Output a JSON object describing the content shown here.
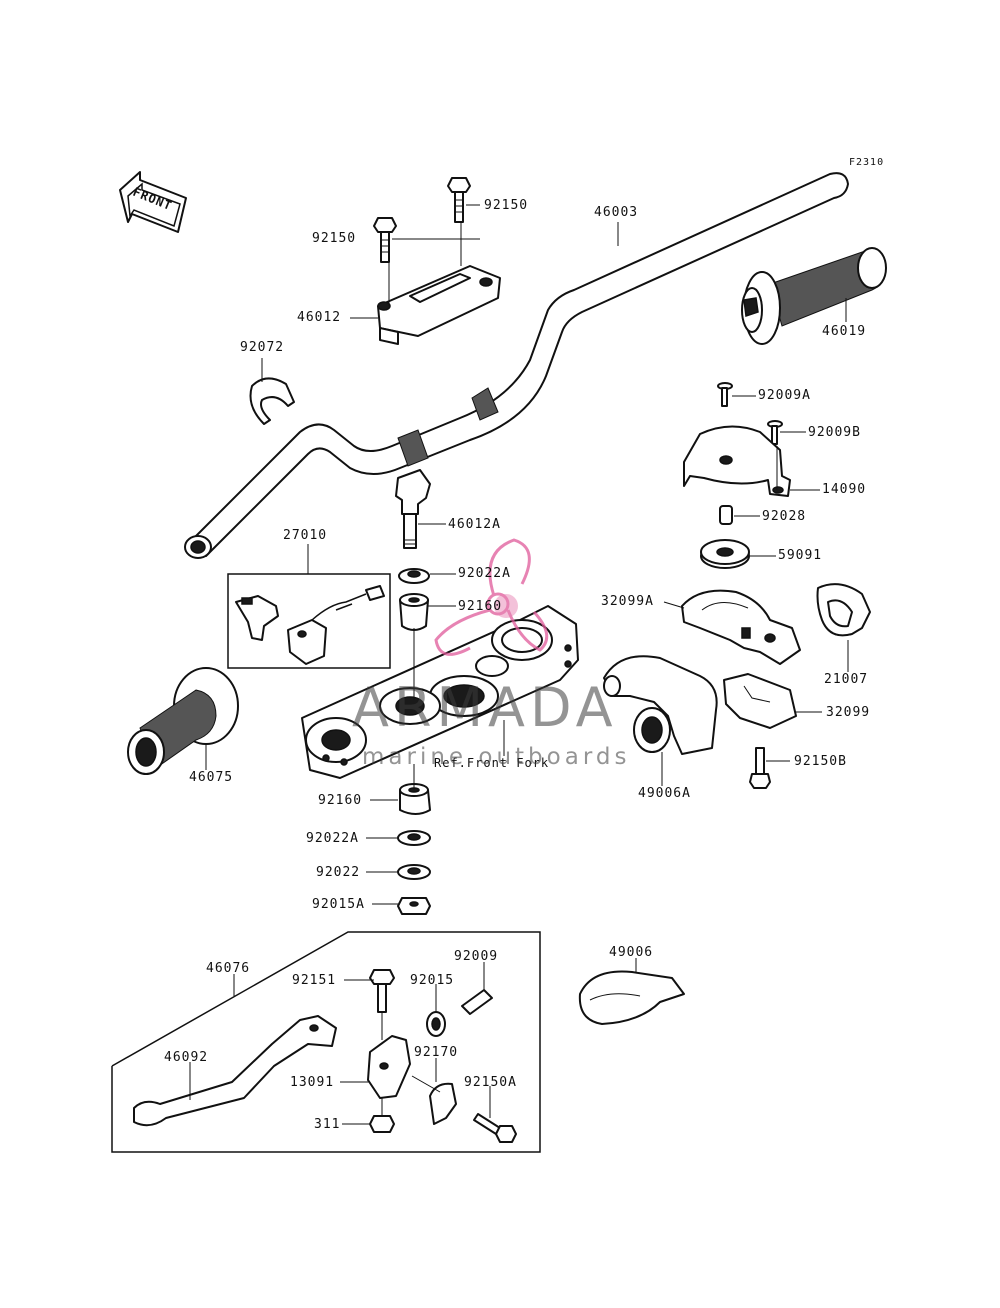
{
  "figure_code": "F2310",
  "front_label": "FRONT",
  "reference_note": "Ref.Front Fork",
  "watermark": {
    "brand": "ARMADA",
    "tagline": "marine outboards",
    "accent_color": "#e05a9a"
  },
  "labels": {
    "p92150a": "92150",
    "p92150b": "92150",
    "p46003": "46003",
    "p46012": "46012",
    "p46019": "46019",
    "p92072": "92072",
    "p92009a": "92009A",
    "p92009b": "92009B",
    "p14090": "14090",
    "p46012a": "46012A",
    "p92028": "92028",
    "p27010": "27010",
    "p92022a_top": "92022A",
    "p59091": "59091",
    "p92160_top": "92160",
    "p32099a": "32099A",
    "p21007": "21007",
    "p32099": "32099",
    "p46075": "46075",
    "p92150b_r": "92150B",
    "p49006a": "49006A",
    "p92160_bot": "92160",
    "p92022a_bot": "92022A",
    "p92022": "92022",
    "p92015a": "92015A",
    "p46076": "46076",
    "p92151": "92151",
    "p92015": "92015",
    "p92009": "92009",
    "p49006": "49006",
    "p92170": "92170",
    "p46092": "46092",
    "p13091": "13091",
    "p92150a_low": "92150A",
    "p311": "311"
  }
}
